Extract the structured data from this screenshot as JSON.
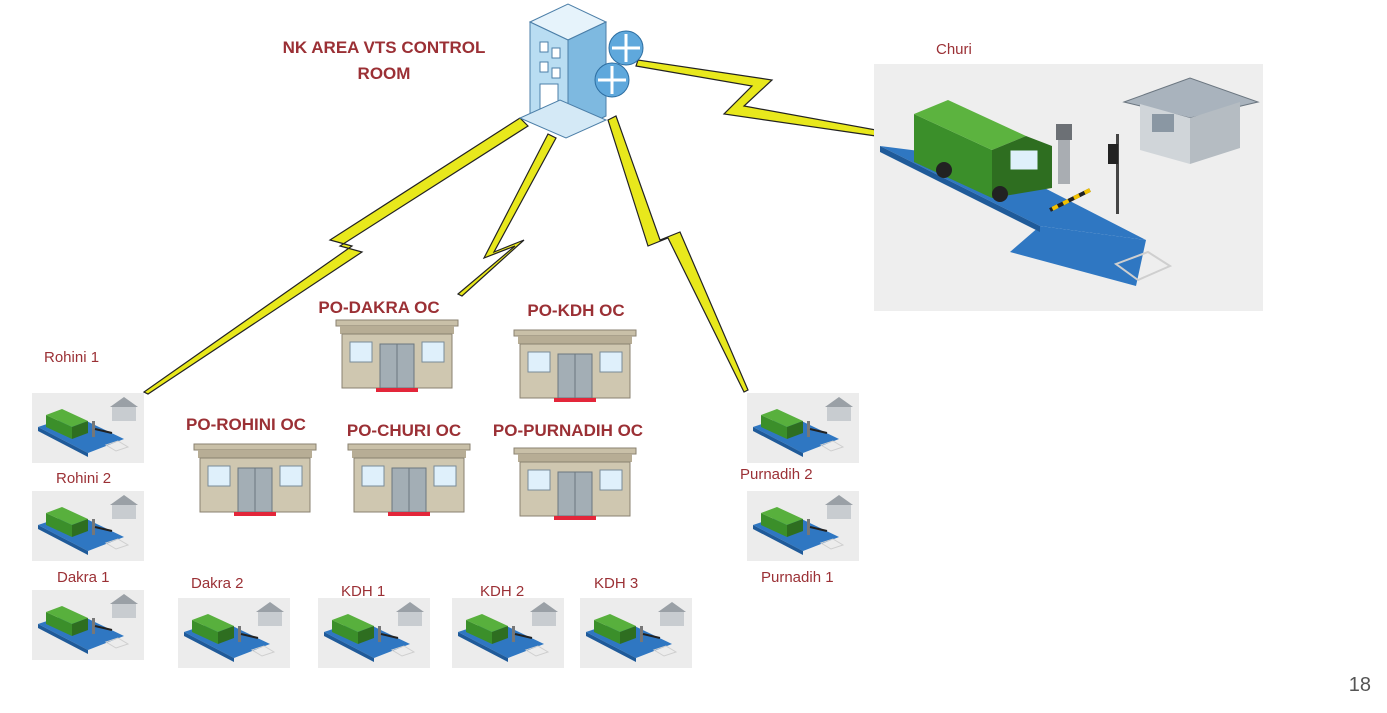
{
  "control_room": {
    "title": "NK AREA VTS CONTROL",
    "title2": "ROOM"
  },
  "offices": {
    "dakra": "PO-DAKRA OC",
    "kdh": "PO-KDH OC",
    "rohini": "PO-ROHINI OC",
    "churi": "PO-CHURI OC",
    "purnadih": "PO-PURNADIH OC"
  },
  "sites": {
    "churi": "Churi",
    "rohini1": "Rohini 1",
    "rohini2": "Rohini 2",
    "dakra1": "Dakra 1",
    "dakra2": "Dakra 2",
    "kdh1": "KDH 1",
    "kdh2": "KDH 2",
    "kdh3": "KDH 3",
    "purnadih2": "Purnadih 2",
    "purnadih1": "Purnadih 1"
  },
  "colors": {
    "label": "#9b3035",
    "bolt": "#e8e81c",
    "platform": "#2f77c2",
    "truck": "#3b8f2a"
  },
  "page_number": "18"
}
